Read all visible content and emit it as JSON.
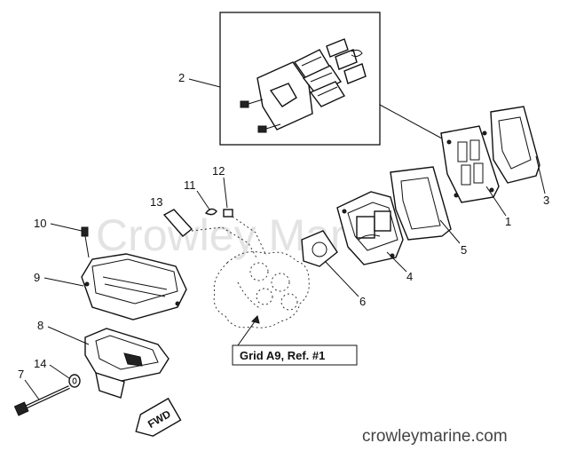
{
  "watermark": "Crowley Marine",
  "website": "crowleymarine.com",
  "reference_label": "Grid A9, Ref. #1",
  "fwd_label": "FWD",
  "callouts": {
    "c1": "1",
    "c2": "2",
    "c3": "3",
    "c4": "4",
    "c5": "5",
    "c6": "6",
    "c7": "7",
    "c8": "8",
    "c9": "9",
    "c10": "10",
    "c11": "11",
    "c12": "12",
    "c13": "13",
    "c14": "14"
  }
}
